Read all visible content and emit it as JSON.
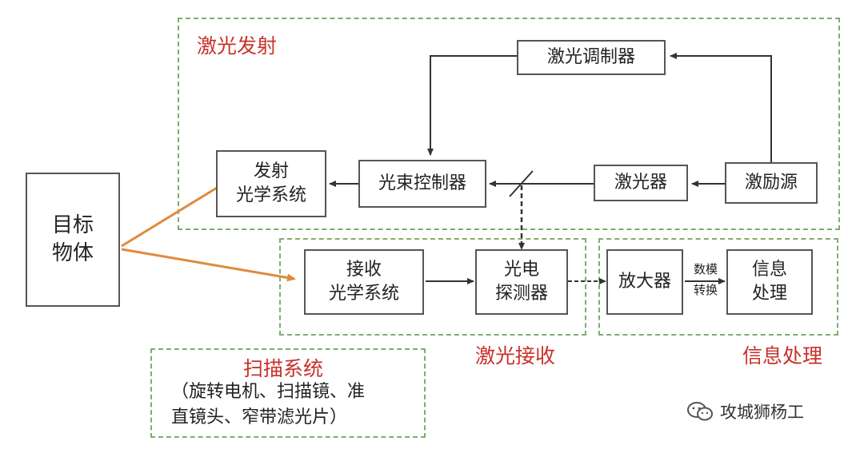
{
  "groups": {
    "emit": "激光发射",
    "receive": "激光接收",
    "process": "信息处理",
    "scan": "扫描系统"
  },
  "boxes": {
    "target": [
      "目标",
      "物体"
    ],
    "modulator": "激光调制器",
    "emit_optics": [
      "发射",
      "光学系统"
    ],
    "beam_ctrl": "光束控制器",
    "laser": "激光器",
    "pump": "激励源",
    "recv_optics": [
      "接收",
      "光学系统"
    ],
    "detector": [
      "光电",
      "探测器"
    ],
    "amplifier": "放大器",
    "info": [
      "信息",
      "处理"
    ]
  },
  "adc": [
    "数模",
    "转换"
  ],
  "scan_desc": [
    "（旋转电机、扫描镜、准",
    "直镜头、窄带滤光片）"
  ],
  "watermark": "攻城狮杨工",
  "colors": {
    "dash": "#7fae6c",
    "label": "#c8312a",
    "orange": "#e08a3c",
    "line": "#333333"
  }
}
